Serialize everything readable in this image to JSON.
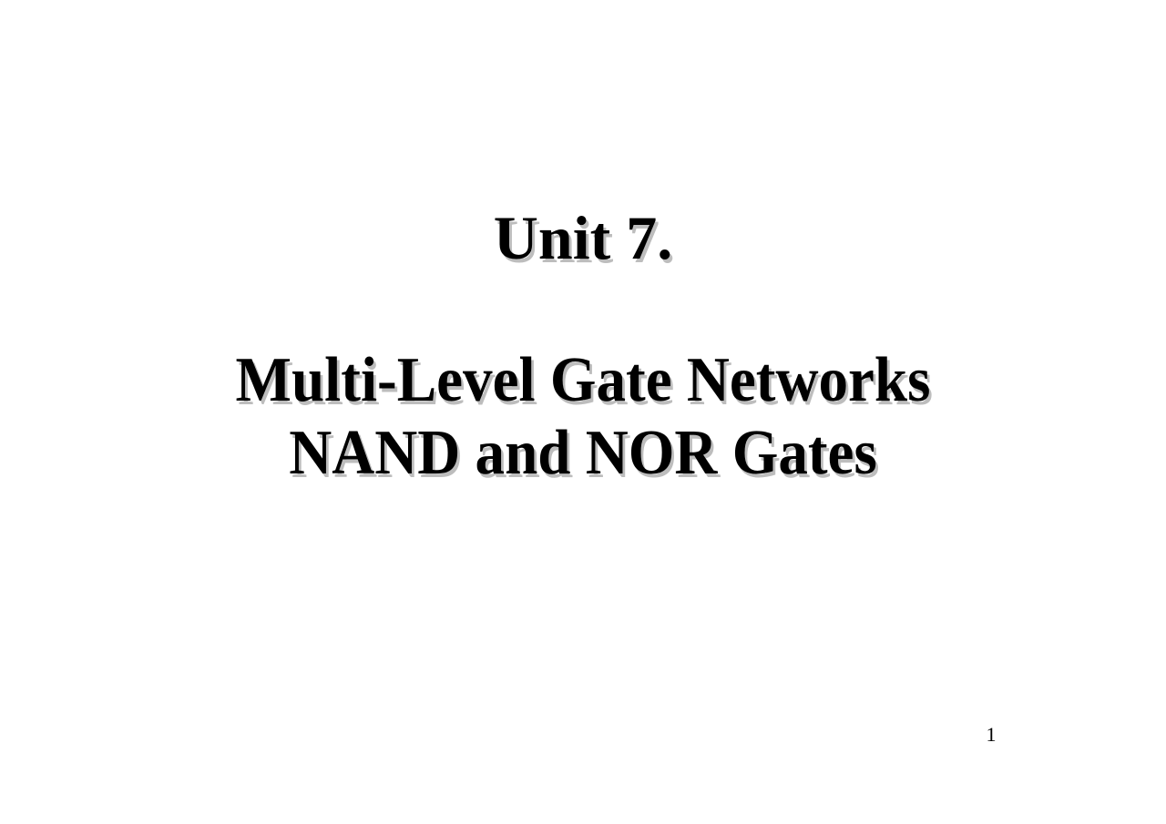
{
  "slide": {
    "background_color": "#ffffff",
    "text_color": "#000000",
    "shadow_color": "#bdbdbd",
    "title": {
      "line1": "Unit 7.",
      "line2": "",
      "line3": "Multi-Level Gate Networks",
      "line4": "NAND and NOR Gates"
    },
    "footer": {
      "page_number": "1"
    }
  }
}
